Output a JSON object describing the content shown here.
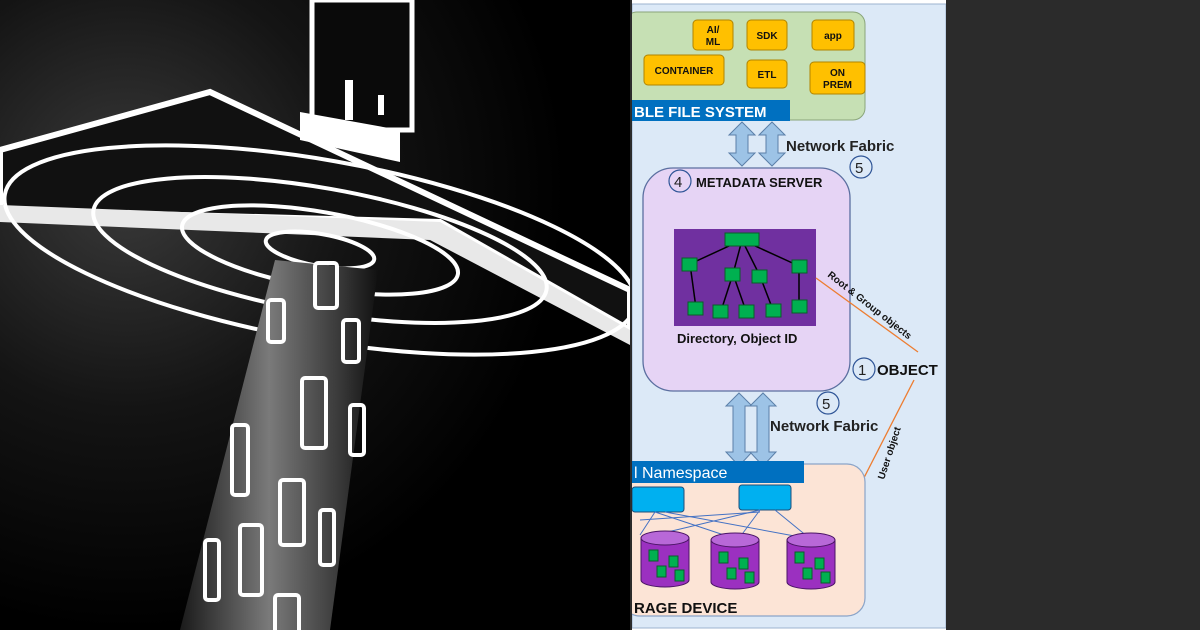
{
  "client_chips": [
    "AI/\nML",
    "SDK",
    "app",
    "CONTAINER",
    "ETL",
    "ON\nPREM"
  ],
  "fs_banner": "BLE FILE SYSTEM",
  "network_fabric_top": "Network Fabric",
  "network_fabric_bottom": "Network Fabric",
  "metadata_server": {
    "number": "4",
    "title": "METADATA SERVER",
    "caption": "Directory, Object ID"
  },
  "fabric_number_top": "5",
  "fabric_number_bottom": "5",
  "object": {
    "number": "1",
    "label": "OBJECT"
  },
  "root_group_label": "Root & Group objects",
  "user_object_label": "User object",
  "namespace_banner": "l Namespace",
  "storage_label": "RAGE DEVICE",
  "colors": {
    "client_area": "#c6e0b4",
    "chip": "#ffc000",
    "banner": "#0070c0",
    "metadata_box": "#e6d4f5",
    "tree_panel": "#7030a0",
    "tree_node": "#00b050",
    "storage_area": "#fce4d6",
    "storage_node": "#00b0f0",
    "drum": "#9b30c0",
    "diagram_bg": "#dce9f7",
    "connector": "#ed7d31"
  }
}
